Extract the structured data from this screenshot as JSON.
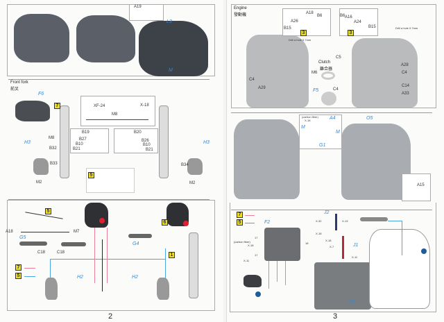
{
  "left_page": {
    "page_number": "2",
    "top_section": {
      "labels": [
        "A19",
        "L3",
        "M"
      ]
    },
    "front_fork": {
      "title": "Front fork",
      "title_cn": "前叉",
      "badges": [
        "7",
        "5"
      ],
      "labels": [
        "F6",
        "XF-24",
        "X-18",
        "M8",
        "M8",
        "B19",
        "B27",
        "B10",
        "B21",
        "B20",
        "B26",
        "B10",
        "B21",
        "B32",
        "B33",
        "B34",
        "H3",
        "H3",
        "M2",
        "M2"
      ]
    },
    "brakes": {
      "badges": [
        "5",
        "6",
        "1"
      ],
      "legend": [
        {
          "badge": "7",
          "color": "#e8809a"
        },
        {
          "badge": "5",
          "color": "#4aa6e0"
        }
      ],
      "labels": [
        "A18",
        "M7",
        "G5",
        "C18",
        "C18",
        "G4",
        "H2",
        "H2"
      ]
    }
  },
  "right_page": {
    "page_number": "3",
    "engine": {
      "title": "Engine",
      "title_cn": "發動機",
      "badges": [
        "3",
        "3"
      ],
      "labels": [
        "A18",
        "B6",
        "A26",
        "B15",
        "B6",
        "A16",
        "A24",
        "B15",
        "C5",
        "A28",
        "C4",
        "C4",
        "A29",
        "C14",
        "A33",
        "M6",
        "C4",
        "F5"
      ],
      "drill_note": "Drill a hole 0.7mm",
      "drill_note_2": "Drill a hole 0.7mm",
      "clutch": "Clutch",
      "clutch_cn": "離合器"
    },
    "photos": {
      "labels": [
        "(carbon fiber)",
        "X-18",
        "A4",
        "M",
        "M",
        "G1",
        "O5",
        "A15"
      ]
    },
    "wiring": {
      "legend": [
        {
          "badge": "7",
          "color": "#e8809a"
        },
        {
          "badge": "5",
          "color": "#4aa6e0"
        }
      ],
      "labels": [
        "F2",
        "17",
        "(carbon fiber)",
        "X-18",
        "17",
        "X-11",
        "18",
        "J2",
        "X-32",
        "X-13",
        "X-18",
        "X-18",
        "X-7",
        "J1",
        "X-11",
        "D6"
      ]
    }
  }
}
